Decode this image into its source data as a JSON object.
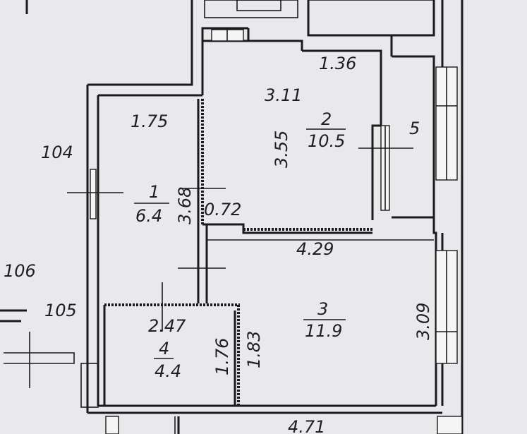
{
  "plan": {
    "outside_numbers": {
      "n104": "104",
      "n105": "105",
      "n106": "106"
    },
    "rooms": [
      {
        "number": "1",
        "area": "6.4"
      },
      {
        "number": "2",
        "area": "10.5"
      },
      {
        "number": "3",
        "area": "11.9"
      },
      {
        "number": "4",
        "area": "4.4"
      },
      {
        "number": "5"
      }
    ],
    "dimensions": {
      "d_1_75": "1.75",
      "d_3_68": "3.68",
      "d_0_72": "0.72",
      "d_3_11": "3.11",
      "d_3_55": "3.55",
      "d_1_36": "1.36",
      "d_4_29": "4.29",
      "d_3_09": "3.09",
      "d_2_47": "2.47",
      "d_1_76": "1.76",
      "d_1_83": "1.83",
      "d_4_71": "4.71"
    }
  }
}
